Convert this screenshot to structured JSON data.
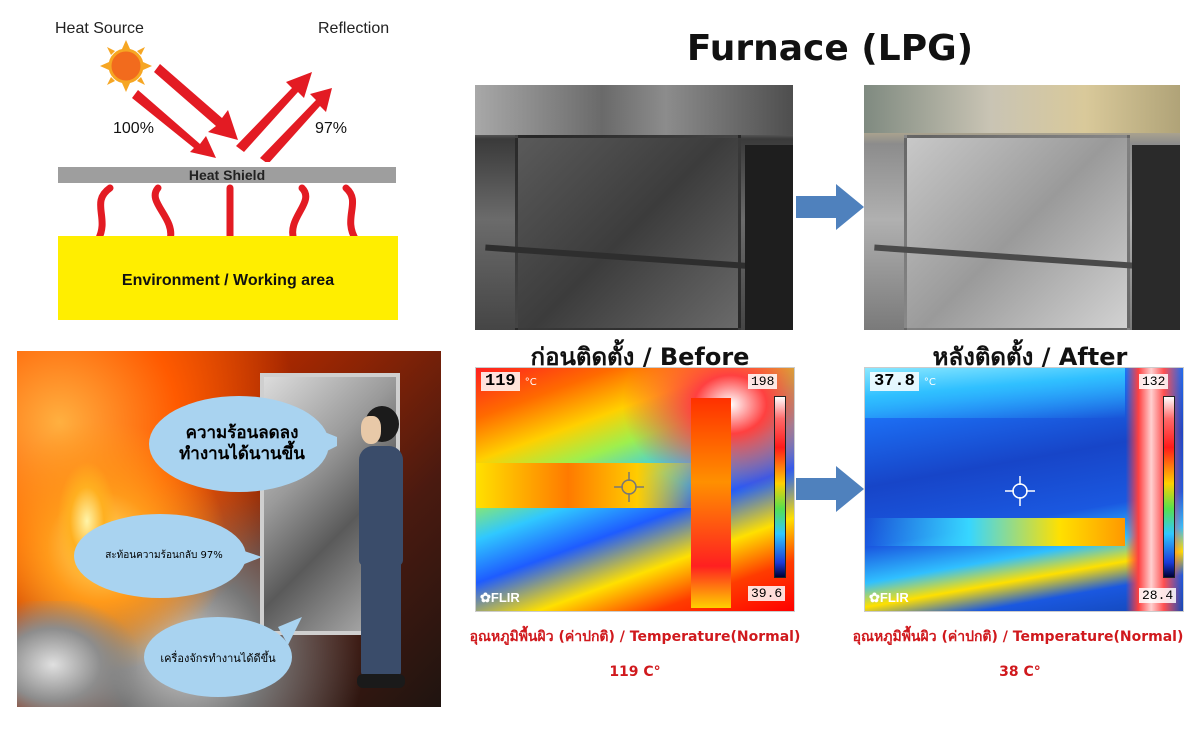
{
  "diagram": {
    "heat_source_label": "Heat Source",
    "reflection_label": "Reflection",
    "incoming_percent": "100%",
    "reflected_percent": "97%",
    "shield_label": "Heat Shield",
    "environment_label": "Environment / Working area",
    "colors": {
      "arrow": "#e31b23",
      "shield": "#9e9e9e",
      "environment": "#ffee00",
      "sun": "#f26b1d"
    }
  },
  "photo": {
    "bubble_top": "ความร้อนลดลง\nทำงานได้นานขึ้น",
    "bubble_middle": "สะท้อนความร้อนกลับ 97%",
    "bubble_bottom": "เครื่องจักรทำงานได้ดีขึ้น",
    "bubble_color": "#a9d3f0"
  },
  "main": {
    "title": "Furnace (LPG)",
    "before": {
      "label": "ก่อนติดตั้ง / Before",
      "thermal_reading": "119",
      "thermal_unit": "°C",
      "scale_max": "198",
      "scale_min": "39.6",
      "camera_brand": "FLIR",
      "caption": "อุณหภูมิพื้นผิว (ค่าปกติ) / Temperature(Normal)",
      "temperature": "119 C°"
    },
    "after": {
      "label": "หลังติดตั้ง / After",
      "thermal_reading": "37.8",
      "thermal_unit": "°C",
      "scale_max": "132",
      "scale_min": "28.4",
      "camera_brand": "FLIR",
      "caption": "อุณหภูมิพื้นผิว (ค่าปกติ) / Temperature(Normal)",
      "temperature": "38 C°"
    },
    "colors": {
      "transition_arrow": "#4f81bd",
      "caption_red": "#d0191d"
    }
  }
}
